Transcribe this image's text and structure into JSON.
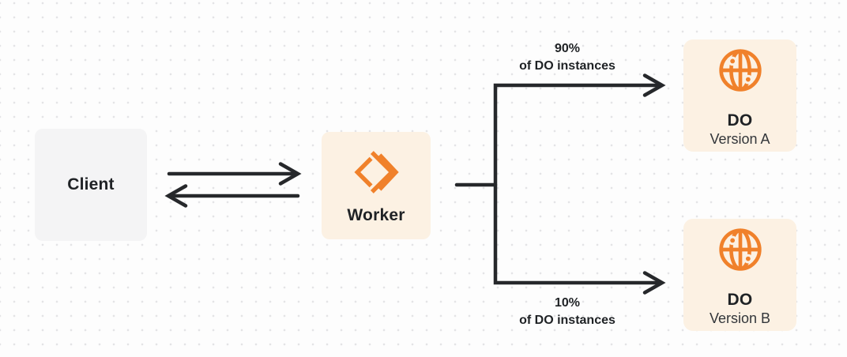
{
  "colors": {
    "orange": "#F0812B",
    "cream_bg": "#FCF1E3",
    "client_bg": "#F4F4F5",
    "arrow": "#26282B",
    "text_dark": "#1F2225",
    "text_secondary": "#33363A",
    "canvas_bg": "#FDFDFD",
    "dot": "#E4E4E6"
  },
  "nodes": {
    "client": {
      "label": "Client"
    },
    "worker": {
      "label": "Worker",
      "icon": "cloudflare-workers-icon"
    },
    "do_version_a": {
      "title": "DO",
      "subtitle": "Version A",
      "icon": "durable-object-globe-icon"
    },
    "do_version_b": {
      "title": "DO",
      "subtitle": "Version B",
      "icon": "durable-object-globe-icon"
    }
  },
  "edges": {
    "top_branch": {
      "percent": "90%",
      "caption": "of DO instances"
    },
    "bottom_branch": {
      "percent": "10%",
      "caption": "of DO instances"
    }
  }
}
